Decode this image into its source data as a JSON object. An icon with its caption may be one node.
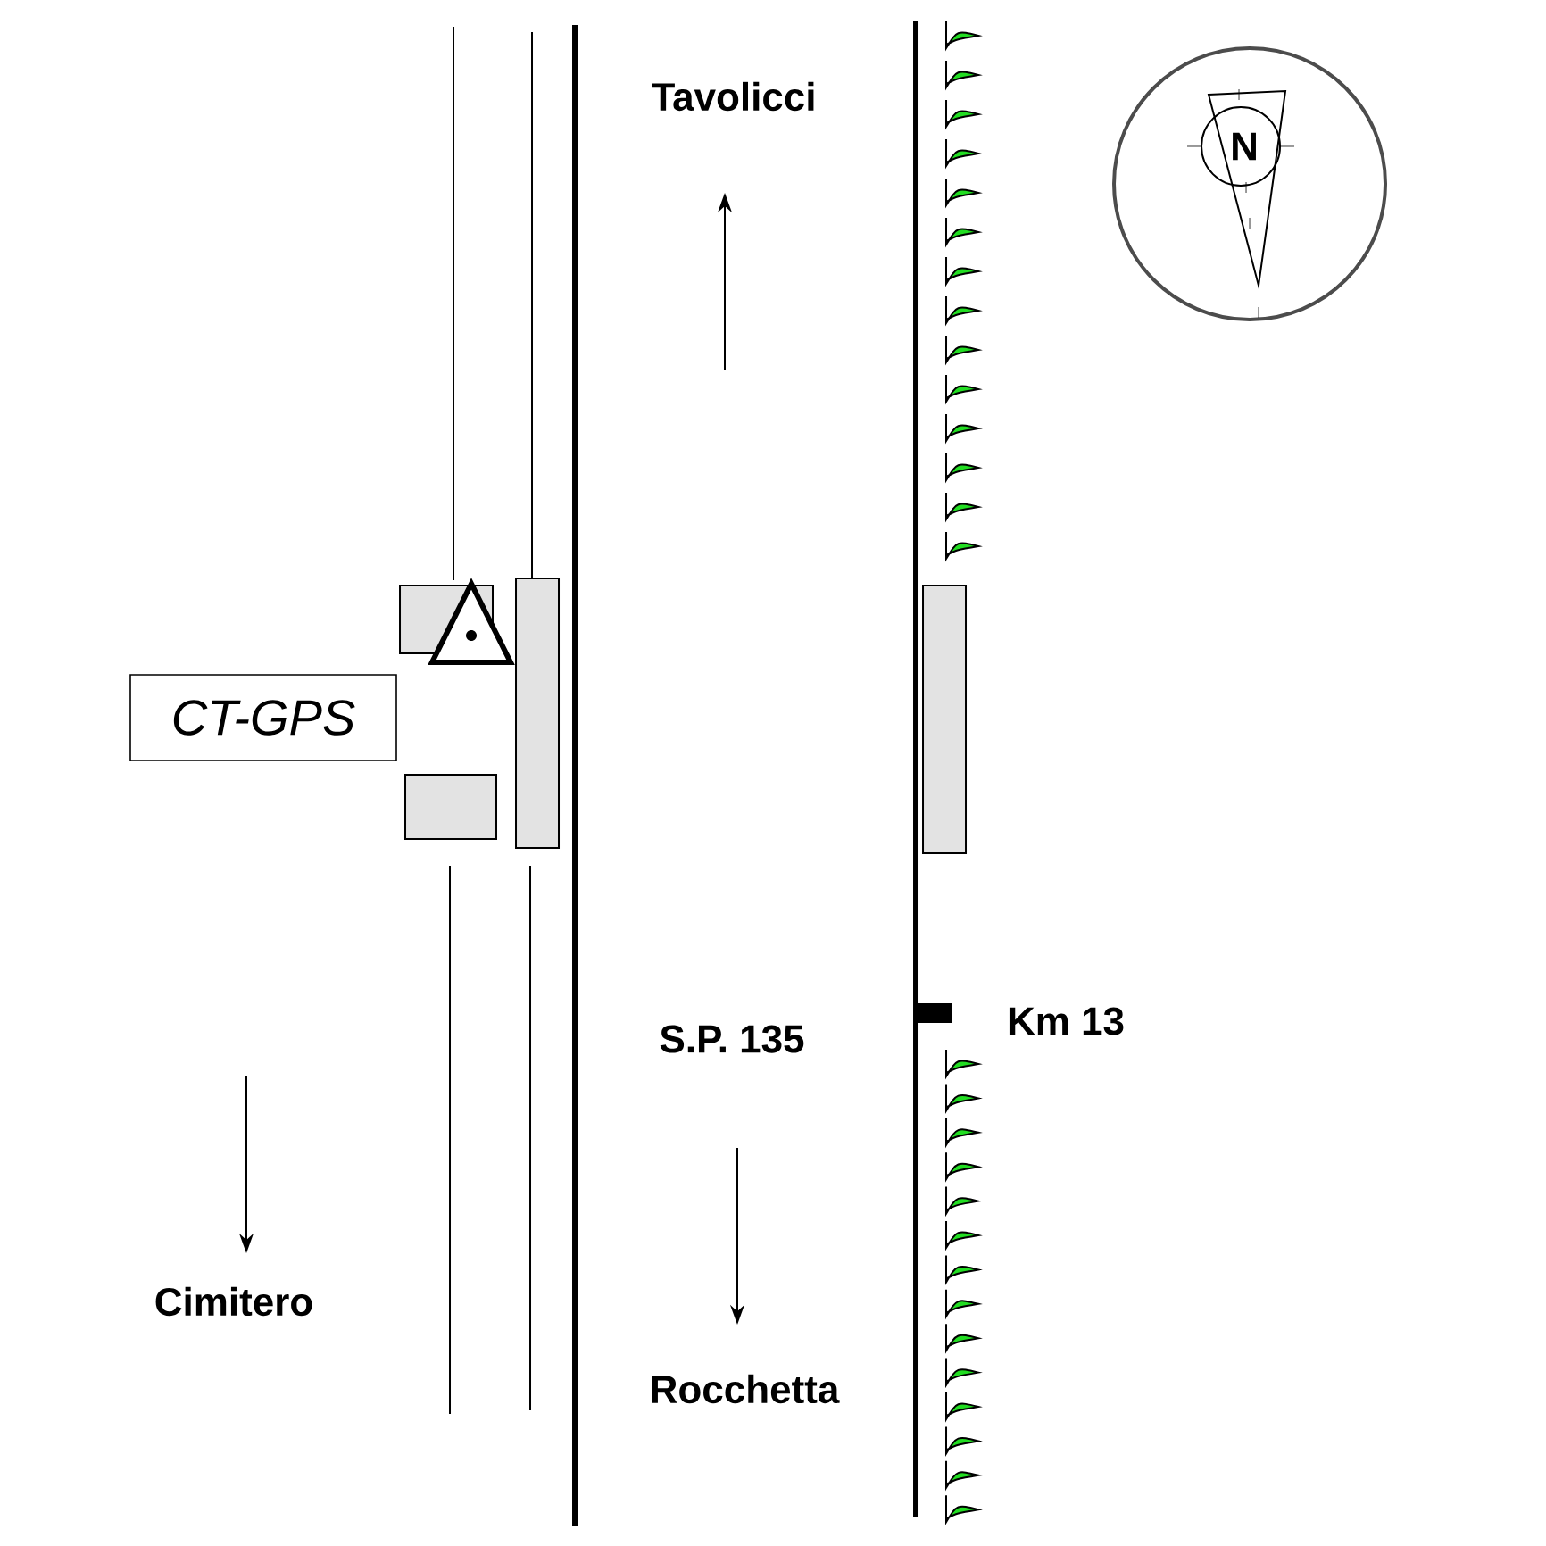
{
  "diagram": {
    "nodes": [
      {
        "text": [
          "CT-GPS"
        ]
      }
    ],
    "labels": [
      "Tavolicci",
      "N",
      "S.P. 135",
      "Km 13",
      "Cimitero",
      "Rocchetta"
    ]
  }
}
